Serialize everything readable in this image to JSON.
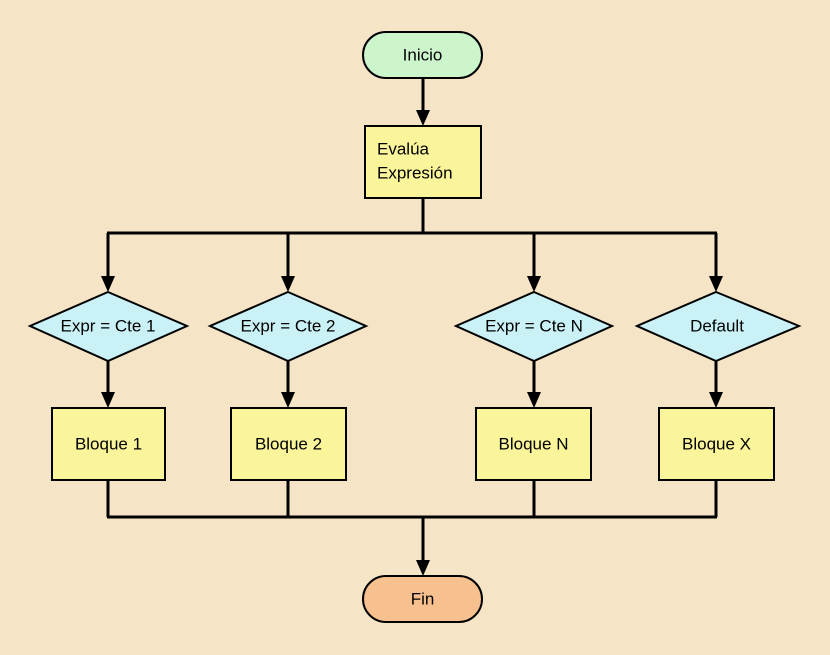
{
  "colors": {
    "background": "#f5e4c6",
    "terminal_start": "#ccf5cc",
    "terminal_end": "#f7c08f",
    "process": "#faf59a",
    "decision": "#c9f1f6",
    "line": "#000000"
  },
  "nodes": {
    "start": {
      "label": "Inicio"
    },
    "evaluate": {
      "lines": [
        "Evalúa",
        "Expresión"
      ]
    },
    "case1": {
      "label": "Expr = Cte 1"
    },
    "case2": {
      "label": "Expr = Cte 2"
    },
    "caseN": {
      "label": "Expr = Cte N"
    },
    "default": {
      "label": "Default"
    },
    "block1": {
      "label": "Bloque 1"
    },
    "block2": {
      "label": "Bloque 2"
    },
    "blockN": {
      "label": "Bloque N"
    },
    "blockX": {
      "label": "Bloque X"
    },
    "end": {
      "label": "Fin"
    }
  }
}
